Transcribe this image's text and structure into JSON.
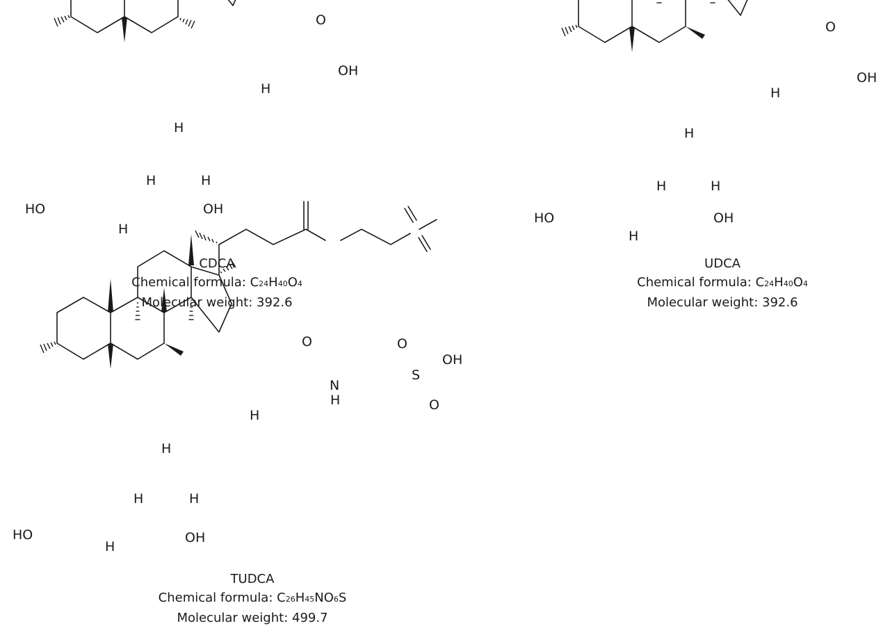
{
  "molecules": [
    {
      "name": "CDCA",
      "formula_label": "Chemical formula:",
      "formula": [
        [
          "C",
          "24"
        ],
        [
          "H",
          "40"
        ],
        [
          "O",
          "4"
        ]
      ],
      "weight_label": "Molecular weight:",
      "weight": "392.6",
      "atoms": {
        "ho3": "HO",
        "oh7": "OH",
        "h5": "H",
        "h8": "H",
        "h9": "H",
        "h14": "H",
        "h17": "H",
        "o_carbonyl": "O",
        "oh_acid": "OH"
      }
    },
    {
      "name": "UDCA",
      "formula_label": "Chemical formula:",
      "formula": [
        [
          "C",
          "24"
        ],
        [
          "H",
          "40"
        ],
        [
          "O",
          "4"
        ]
      ],
      "weight_label": "Molecular weight:",
      "weight": "392.6",
      "atoms": {
        "ho3": "HO",
        "oh7": "OH",
        "h5": "H",
        "h8": "H",
        "h9": "H",
        "h14": "H",
        "h17": "H",
        "o_carbonyl": "O",
        "oh_acid": "OH"
      }
    },
    {
      "name": "TUDCA",
      "formula_label": "Chemical formula:",
      "formula": [
        [
          "C",
          "26"
        ],
        [
          "H",
          "45"
        ],
        [
          "N",
          ""
        ],
        [
          "O",
          "6"
        ],
        [
          "S",
          ""
        ]
      ],
      "weight_label": "Molecular weight:",
      "weight": "499.7",
      "atoms": {
        "ho3": "HO",
        "oh7": "OH",
        "h5": "H",
        "h8": "H",
        "h9": "H",
        "h14": "H",
        "h17": "H",
        "o_carbonyl": "O",
        "n": "N",
        "nh": "H",
        "s": "S",
        "o_s1": "O",
        "o_s2": "O",
        "oh_s": "OH"
      }
    }
  ]
}
